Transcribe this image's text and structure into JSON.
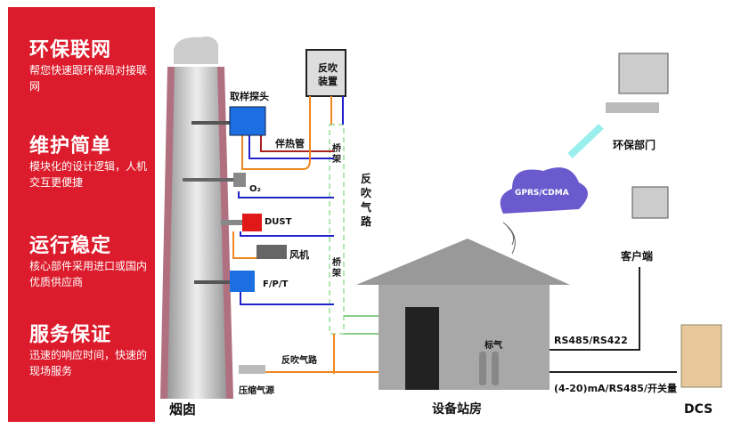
{
  "features": [
    {
      "title": "环保联网",
      "desc": "帮您快速跟环保局对接联网"
    },
    {
      "title": "维护简单",
      "desc": "模块化的设计逻辑，人机交互更便捷"
    },
    {
      "title": "运行稳定",
      "desc": "核心部件采用进口或国内优质供应商"
    },
    {
      "title": "服务保证",
      "desc": "迅速的响应时间，快速的现场服务"
    }
  ],
  "diagram": {
    "chimney": "烟囱",
    "backflush_device": [
      "反吹",
      "装置"
    ],
    "sampling_probe": "取样探头",
    "heat_tube": "伴热管",
    "bridge1": [
      "桥",
      "架"
    ],
    "bridge2": [
      "桥",
      "架"
    ],
    "backflush_path_v": [
      "反",
      "吹",
      "气",
      "路"
    ],
    "o2": "O₂",
    "dust": "DUST",
    "fan": "风机",
    "fpt": "F/P/T",
    "backflush_path": "反吹气路",
    "compressed_air": "压缩气源",
    "station": "设备站房",
    "std_gas": "标气",
    "network": "GPRS/CDMA",
    "epa": "环保部门",
    "client": "客户端",
    "rs485": "RS485/RS422",
    "analog": "(4-20)mA/RS485/开关量",
    "dcs": "DCS"
  }
}
